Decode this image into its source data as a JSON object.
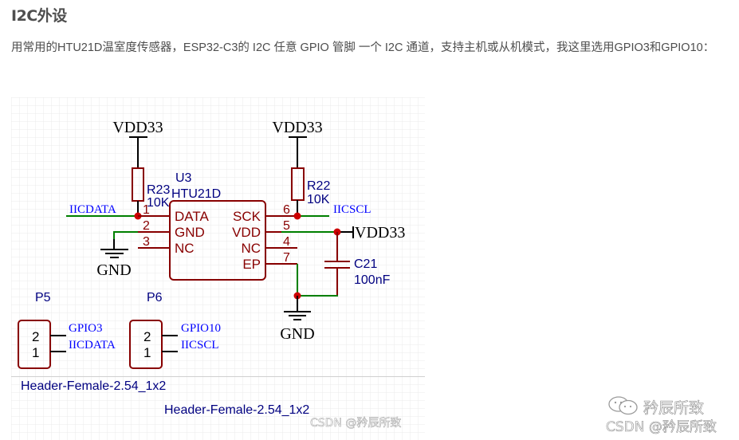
{
  "article": {
    "heading": "I2C外设",
    "paragraph": "用常用的HTU21D温室度传感器，ESP32-C3的 I2C 任意 GPIO 管脚 一个 I2C 通道，支持主机或从机模式，我这里选用GPIO3和GPIO10："
  },
  "schematic": {
    "colors": {
      "wire": "#008000",
      "pin": "#880000",
      "junction": "#cc0000",
      "net_label": "#0000ff",
      "component_label": "#000080",
      "power": "#000000",
      "grid": "#ebebeb"
    },
    "power_ports": {
      "vdd_left": "VDD33",
      "vdd_right": "VDD33",
      "vdd_pin5": "VDD33",
      "gnd_left": "GND",
      "gnd_right": "GND"
    },
    "u3": {
      "designator": "U3",
      "value": "HTU21D",
      "pins": [
        {
          "number": "1",
          "name": "DATA",
          "side": "left"
        },
        {
          "number": "2",
          "name": "GND",
          "side": "left"
        },
        {
          "number": "3",
          "name": "NC",
          "side": "left"
        },
        {
          "number": "6",
          "name": "SCK",
          "side": "right"
        },
        {
          "number": "5",
          "name": "VDD",
          "side": "right"
        },
        {
          "number": "4",
          "name": "NC",
          "side": "right"
        },
        {
          "number": "7",
          "name": "EP",
          "side": "right"
        }
      ]
    },
    "r23": {
      "designator": "R23",
      "value": "10K"
    },
    "r22": {
      "designator": "R22",
      "value": "10K"
    },
    "c21": {
      "designator": "C21",
      "value": "100nF"
    },
    "nets": {
      "iicdata": "IICDATA",
      "iicscl": "IICSCL"
    },
    "p5": {
      "designator": "P5",
      "pins": [
        "2",
        "1"
      ],
      "net_labels": [
        "GPIO3",
        "IICDATA"
      ],
      "footprint": "Header-Female-2.54_1x2"
    },
    "p6": {
      "designator": "P6",
      "pins": [
        "2",
        "1"
      ],
      "net_labels": [
        "GPIO10",
        "IICSCL"
      ],
      "footprint": "Header-Female-2.54_1x2"
    },
    "inline_watermark": "CSDN @矜辰所致"
  },
  "watermarks": {
    "wechat": "矜辰所致",
    "csdn": "CSDN @矜辰所致"
  }
}
